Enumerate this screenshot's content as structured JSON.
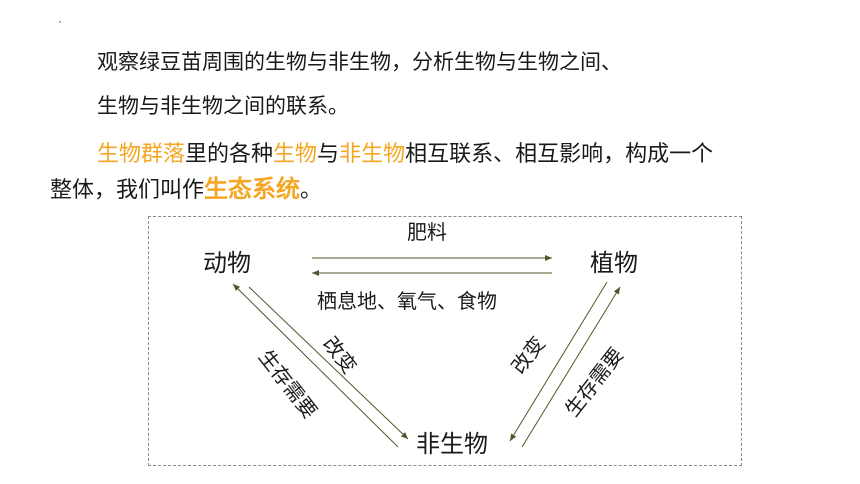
{
  "text": {
    "question_line1": "观察绿豆苗周围的生物与非生物，分析生物与生物之间、",
    "question_line2": "生物与非生物之间的联系。",
    "def_hl1": "生物群落",
    "def_t1": "里的各种",
    "def_hl2": "生物",
    "def_t2": "与",
    "def_hl3": "非生物",
    "def_t3": "相互联系、相互影响，构成一个",
    "def_line2_start": "整体，我们叫作",
    "def_term": "生态系统",
    "def_end": "。"
  },
  "diagram": {
    "nodes": {
      "animal": "动物",
      "plant": "植物",
      "nonliving": "非生物"
    },
    "edges": {
      "fertilizer": "肥料",
      "habitat": "栖息地、氧气、食物",
      "left_change": "改变",
      "left_need": "生存需要",
      "right_change": "改变",
      "right_need": "生存需要"
    }
  },
  "colors": {
    "highlight": "#f5a623",
    "arrow": "#4a5a2a"
  }
}
